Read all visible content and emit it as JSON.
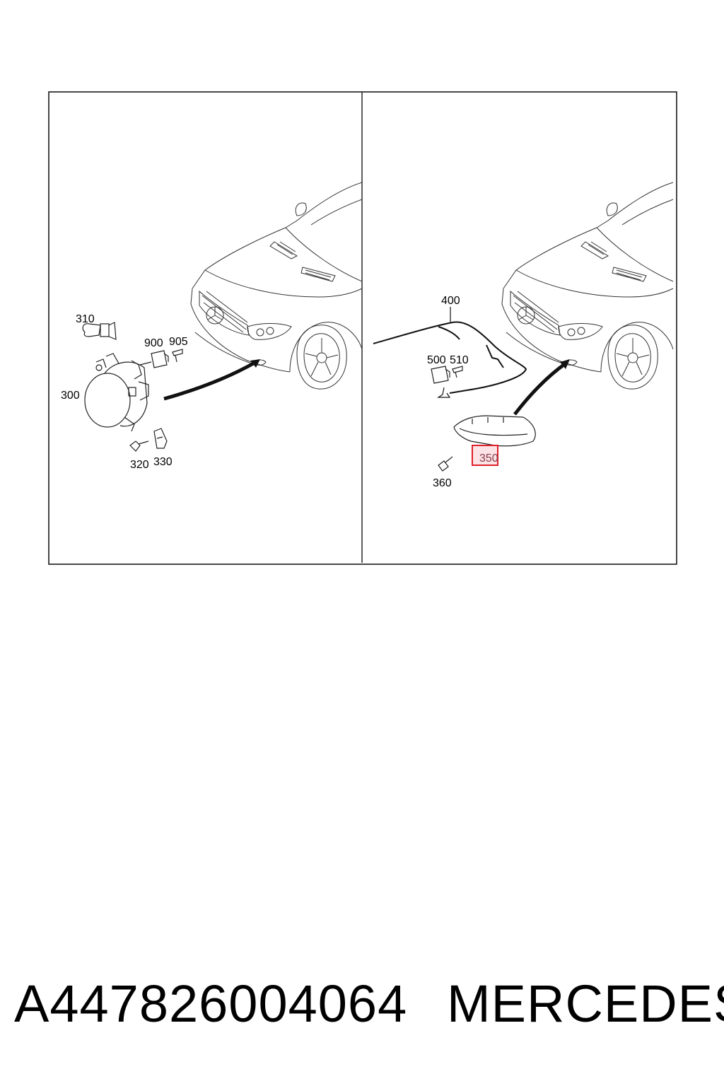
{
  "panels": {
    "left": {
      "callouts": [
        "310",
        "900",
        "905",
        "300",
        "320",
        "330"
      ]
    },
    "right": {
      "callouts": [
        "400",
        "500",
        "510",
        "350",
        "360"
      ],
      "highlighted": "350"
    }
  },
  "footer": {
    "part_number": "A447826004064",
    "brand": "MERCEDES"
  },
  "colors": {
    "line": "#1a1a1a",
    "highlight_border": "#e0202a",
    "highlight_fill": "#fbe3e6"
  }
}
